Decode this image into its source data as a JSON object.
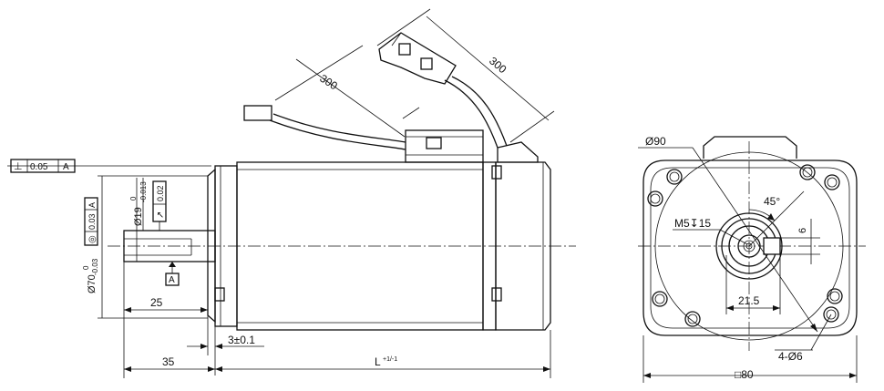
{
  "side_view": {
    "cable_length_left": "300",
    "cable_length_right": "300",
    "perpendicularity": {
      "symbol": "⊥",
      "tolerance": "0.05",
      "datum": "A"
    },
    "concentricity": {
      "symbol": "◎",
      "tolerance": "0.03",
      "datum": "A"
    },
    "runout": {
      "symbol": "↗",
      "tolerance": "0.02"
    },
    "shaft_diameter": {
      "base": "Ø19",
      "tol_upper": "0",
      "tol_lower": "-0.013"
    },
    "pilot_diameter": {
      "base": "Ø70",
      "tol_upper": "0",
      "tol_lower": "-0.03"
    },
    "datum_label": "A",
    "shaft_length": "25",
    "flange_thickness": "3±0.1",
    "flange_to_shaft_end": "35",
    "body_length": {
      "base": "L",
      "tol": "+1/-1"
    }
  },
  "front_view": {
    "bolt_circle": "Ø90",
    "thread": "M5↧15",
    "angle": "45°",
    "key_width": "6",
    "key_height": "21.5",
    "holes": "4-Ø6",
    "flange_square": "□80"
  }
}
